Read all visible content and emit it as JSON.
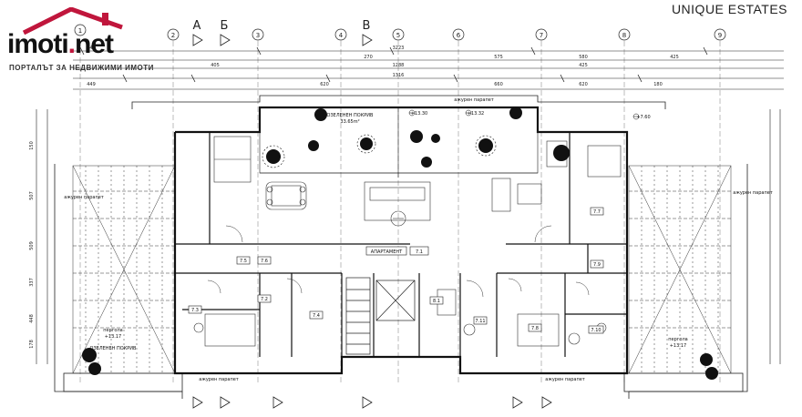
{
  "brand": {
    "logo_name": "imoti",
    "logo_dot": ".",
    "logo_tld": "net",
    "tagline": "ПОРТАЛЪТ ЗА НЕДВИЖИМИ ИМОТИ",
    "roof_color": "#c0163c"
  },
  "watermark": "UNIQUE ESTATES",
  "plan": {
    "axes_top_numbers": [
      "1",
      "2",
      "3",
      "4",
      "5",
      "6",
      "7",
      "8",
      "9"
    ],
    "axes_top_letters": [
      "А",
      "Б",
      "В"
    ],
    "top_dimensions": [
      "449",
      "3223",
      "405",
      "1288",
      "425",
      "1316",
      "449",
      "270",
      "575",
      "580",
      "425",
      "620",
      "660",
      "620",
      "180"
    ],
    "side_dimensions": [
      "150",
      "507",
      "509",
      "337",
      "448",
      "178"
    ],
    "room_labels": [
      "7.6",
      "7.7",
      "7.2",
      "7.4",
      "7.3",
      "8.1",
      "7.8",
      "7.9",
      "7.10",
      "7.11",
      "7.5"
    ],
    "apartment_label": "АПАРТАМЕНТ",
    "apartment_number": "7.1",
    "green_roof_label": "ОЗЕЛЕНЕН ПОКРИВ",
    "green_roof_area": "33.65m²",
    "parapet_label": "ажурен парапет",
    "pergola_label": "пергола",
    "pergola_area": "+13.17",
    "level_marks": [
      "+13.30",
      "+13.32",
      "+7.60"
    ]
  }
}
